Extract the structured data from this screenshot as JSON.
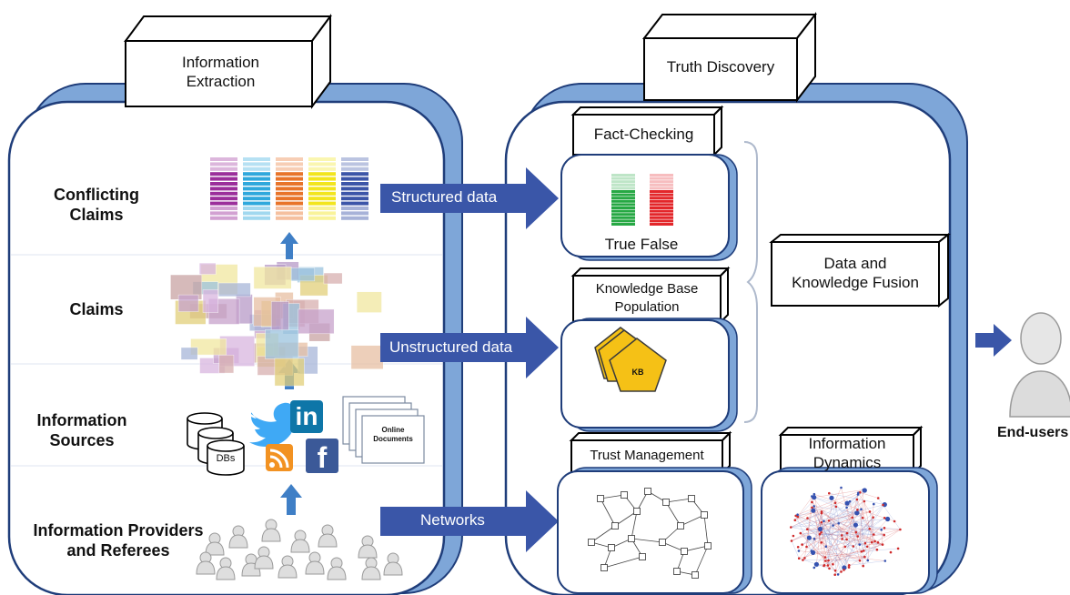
{
  "left_panel": {
    "header": "Information\nExtraction",
    "rows": {
      "conflicting_claims": "Conflicting\nClaims",
      "claims": "Claims",
      "information_sources": "Information\nSources",
      "providers": "Information Providers\nand Referees"
    },
    "sources": {
      "dbs": "DBs",
      "linkedin": "in",
      "facebook": "f",
      "online_docs": "Online\nDocuments"
    },
    "icons": [
      "twitter-bird-icon",
      "rss-icon",
      "linkedin-icon",
      "facebook-icon",
      "database-icon",
      "document-stack-icon",
      "person-icon"
    ]
  },
  "arrows": {
    "structured": "Structured data",
    "unstructured": "Unstructured data",
    "networks": "Networks"
  },
  "right_panel": {
    "header": "Truth Discovery",
    "fact_checking": "Fact-Checking",
    "true_false": "True False",
    "kb_population": "Knowledge Base\nPopulation",
    "kb": "KB",
    "fusion": "Data and\nKnowledge Fusion",
    "trust": "Trust Management",
    "dynamics": "Information\nDynamics"
  },
  "end_user": "End-users",
  "colors": {
    "panel_fill": "#ffffff",
    "panel_shadow": "#7ea6d8",
    "panel_border": "#1f3d7a",
    "arrow": "#3a56a8",
    "up_arrow": "#3f7fc6",
    "true_green": "#27a844",
    "false_red": "#e3262a",
    "kb_yellow": "#f5c116"
  }
}
